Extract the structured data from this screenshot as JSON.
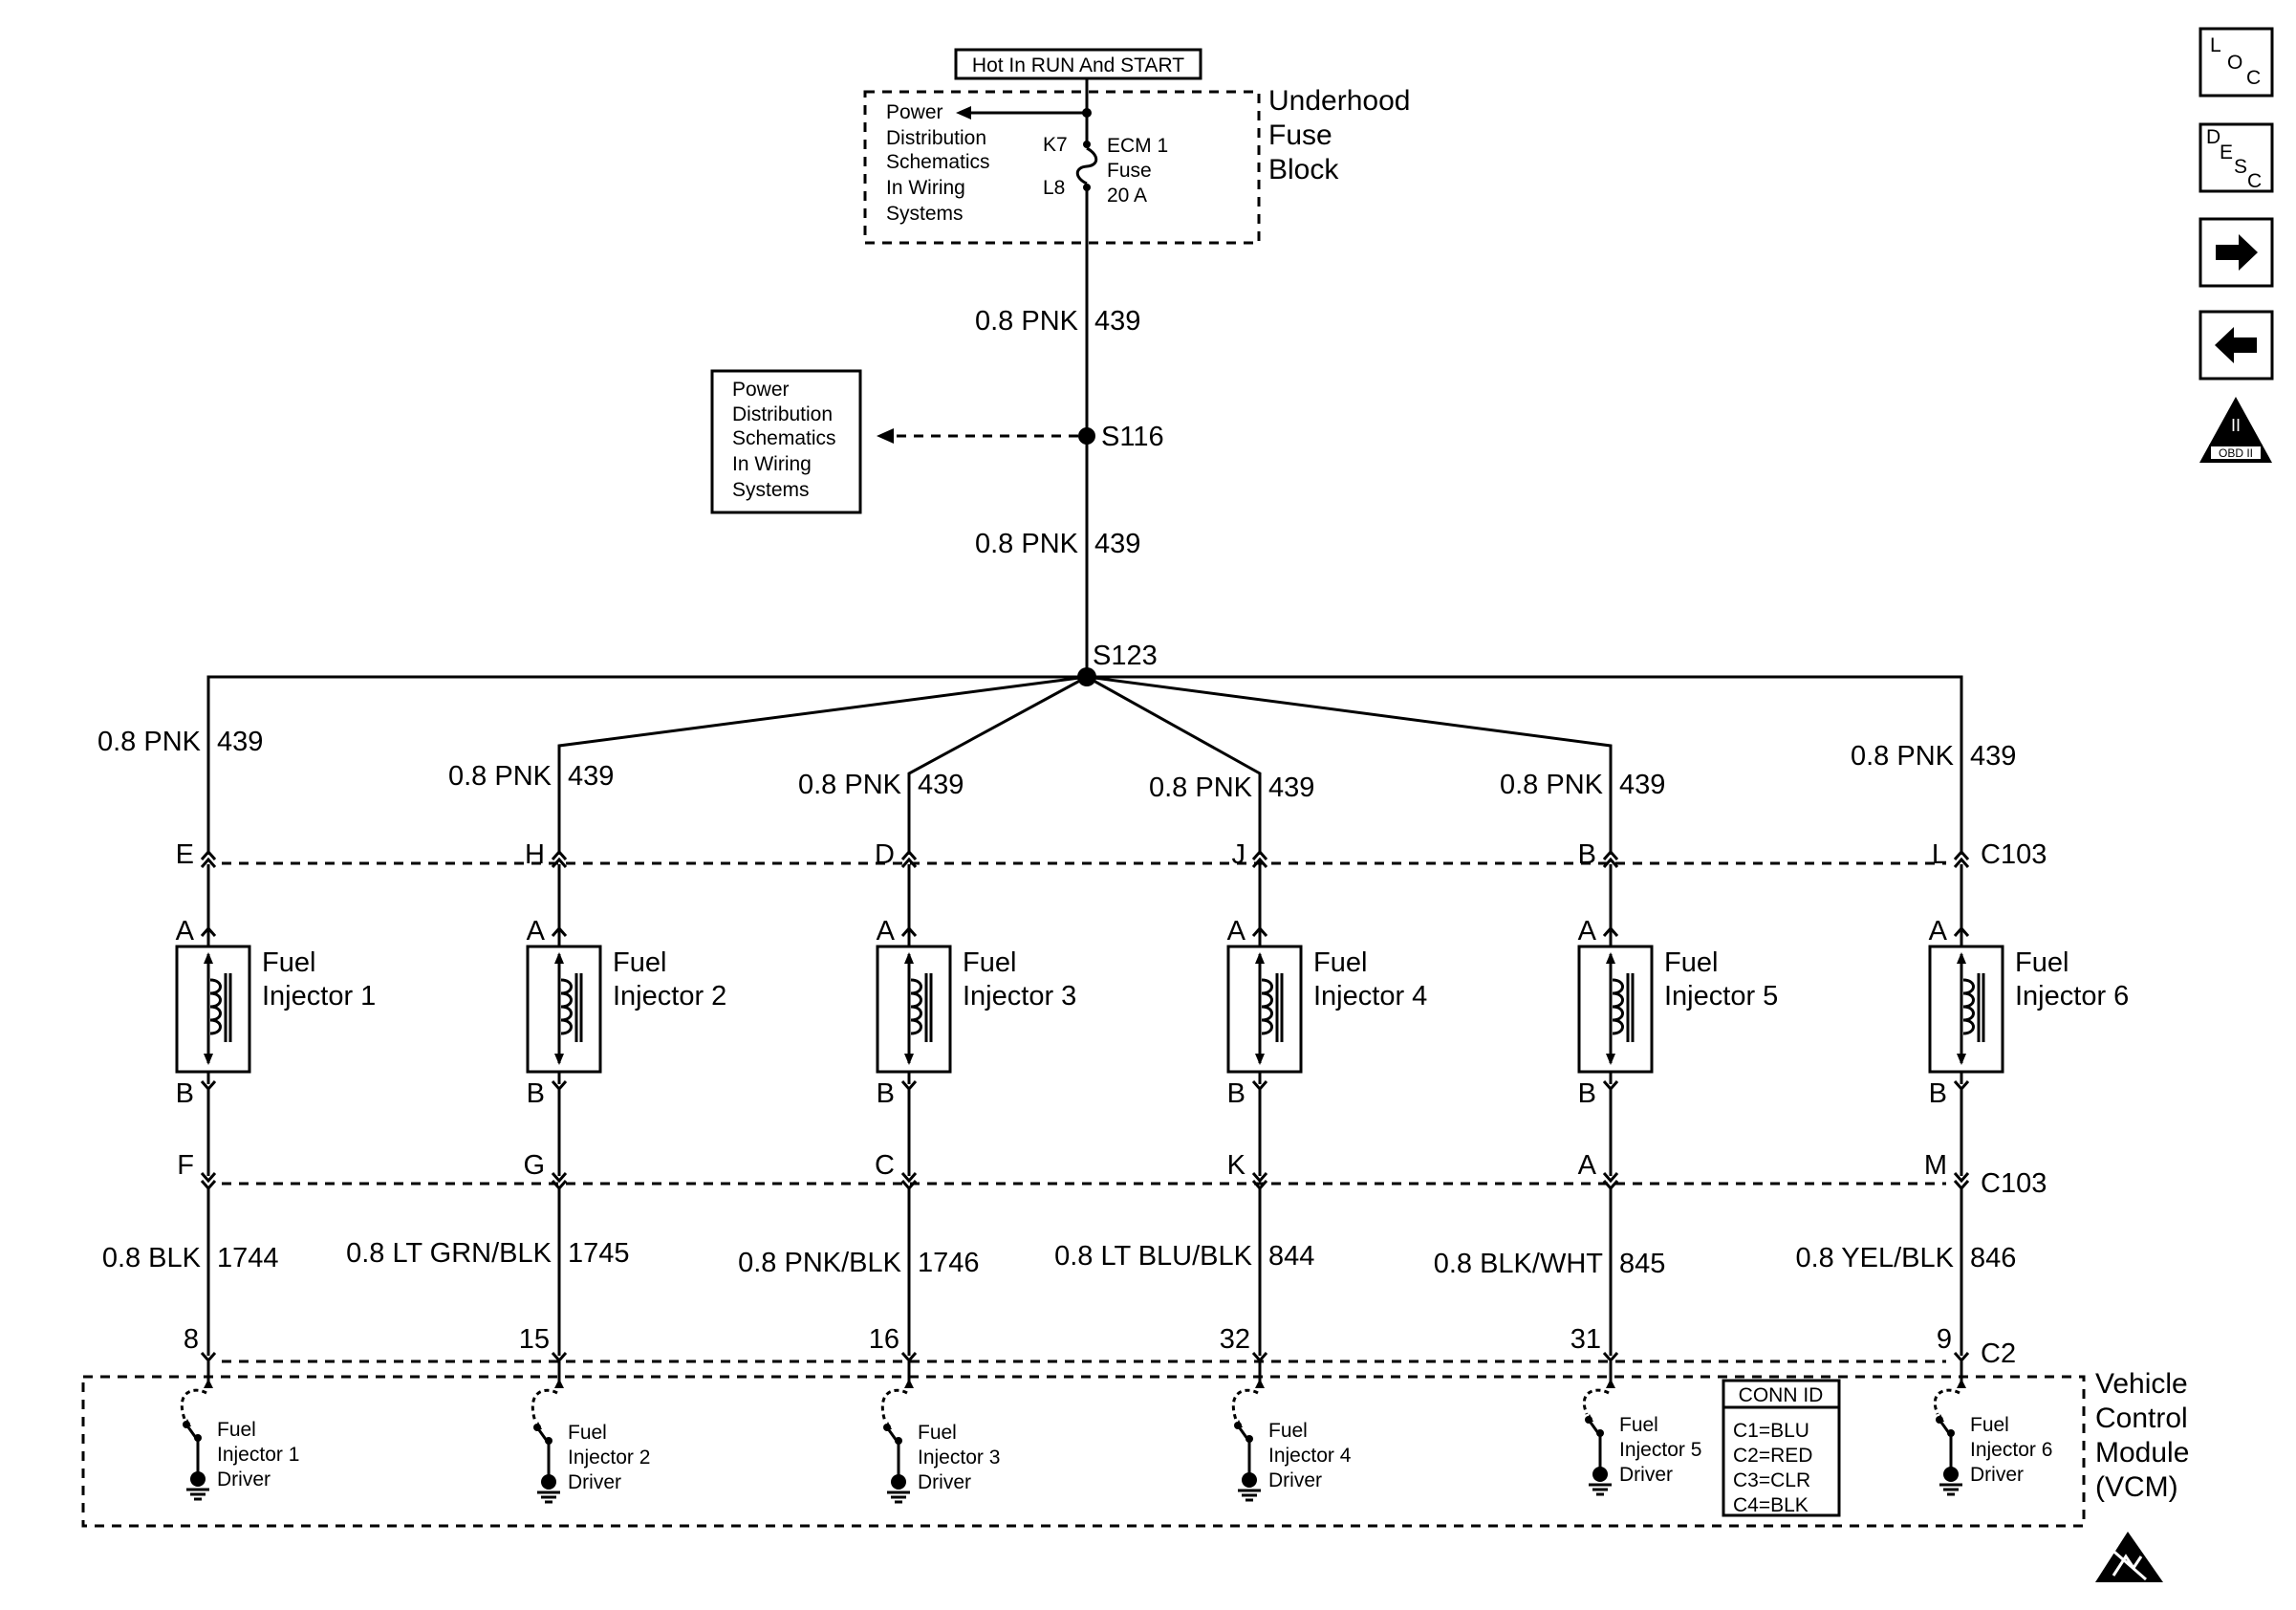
{
  "top": {
    "hot_label": "Hot In RUN And START",
    "fuse_block": [
      "Underhood",
      "Fuse",
      "Block"
    ],
    "pds_small": [
      "Power",
      "Distribution",
      "Schematics",
      "In Wiring",
      "Systems"
    ],
    "k7": "K7",
    "l8": "L8",
    "fuse": [
      "ECM 1",
      "Fuse",
      "20 A"
    ],
    "wire1": "0.8 PNK",
    "circuit1": "439",
    "wire2": "0.8 PNK",
    "circuit2": "439",
    "s116": "S116",
    "pds_box": [
      "Power",
      "Distribution",
      "Schematics",
      "In Wiring",
      "Systems"
    ],
    "s123": "S123"
  },
  "connectors": {
    "c103_upper": "C103",
    "c103_lower": "C103",
    "c2": "C2"
  },
  "injectors": [
    {
      "supply_wire": "0.8 PNK",
      "supply_circuit": "439",
      "pin_top": "E",
      "pin_a": "A",
      "name1": "Fuel",
      "name2": "Injector 1",
      "pin_b": "B",
      "pin_bottom": "F",
      "return_wire": "0.8 BLK",
      "return_circuit": "1744",
      "vcm_pin": "8",
      "driver": [
        "Fuel",
        "Injector 1",
        "Driver"
      ]
    },
    {
      "supply_wire": "0.8 PNK",
      "supply_circuit": "439",
      "pin_top": "H",
      "pin_a": "A",
      "name1": "Fuel",
      "name2": "Injector 2",
      "pin_b": "B",
      "pin_bottom": "G",
      "return_wire": "0.8 LT GRN/BLK",
      "return_circuit": "1745",
      "vcm_pin": "15",
      "driver": [
        "Fuel",
        "Injector 2",
        "Driver"
      ]
    },
    {
      "supply_wire": "0.8 PNK",
      "supply_circuit": "439",
      "pin_top": "D",
      "pin_a": "A",
      "name1": "Fuel",
      "name2": "Injector 3",
      "pin_b": "B",
      "pin_bottom": "C",
      "return_wire": "0.8 PNK/BLK",
      "return_circuit": "1746",
      "vcm_pin": "16",
      "driver": [
        "Fuel",
        "Injector 3",
        "Driver"
      ]
    },
    {
      "supply_wire": "0.8 PNK",
      "supply_circuit": "439",
      "pin_top": "J",
      "pin_a": "A",
      "name1": "Fuel",
      "name2": "Injector 4",
      "pin_b": "B",
      "pin_bottom": "K",
      "return_wire": "0.8 LT BLU/BLK",
      "return_circuit": "844",
      "vcm_pin": "32",
      "driver": [
        "Fuel",
        "Injector 4",
        "Driver"
      ]
    },
    {
      "supply_wire": "0.8 PNK",
      "supply_circuit": "439",
      "pin_top": "B",
      "pin_a": "A",
      "name1": "Fuel",
      "name2": "Injector 5",
      "pin_b": "B",
      "pin_bottom": "A",
      "return_wire": "0.8 BLK/WHT",
      "return_circuit": "845",
      "vcm_pin": "31",
      "driver": [
        "Fuel",
        "Injector 5",
        "Driver"
      ]
    },
    {
      "supply_wire": "0.8 PNK",
      "supply_circuit": "439",
      "pin_top": "L",
      "pin_a": "A",
      "name1": "Fuel",
      "name2": "Injector 6",
      "pin_b": "B",
      "pin_bottom": "M",
      "return_wire": "0.8 YEL/BLK",
      "return_circuit": "846",
      "vcm_pin": "9",
      "driver": [
        "Fuel",
        "Injector 6",
        "Driver"
      ]
    }
  ],
  "vcm": {
    "label": [
      "Vehicle",
      "Control",
      "Module",
      "(VCM)"
    ],
    "conn_id_title": "CONN ID",
    "conn_ids": [
      "C1=BLU",
      "C2=RED",
      "C3=CLR",
      "C4=BLK"
    ]
  },
  "side_icons": {
    "loc": [
      "L",
      "O",
      "C"
    ],
    "desc": [
      "D",
      "E",
      "S",
      "C"
    ],
    "obd": [
      "II",
      "OBD II"
    ],
    "icon_names": [
      "loc-icon",
      "desc-icon",
      "arrow-right-icon",
      "arrow-left-icon",
      "obd-ii-icon",
      "esd-warning-icon"
    ]
  }
}
